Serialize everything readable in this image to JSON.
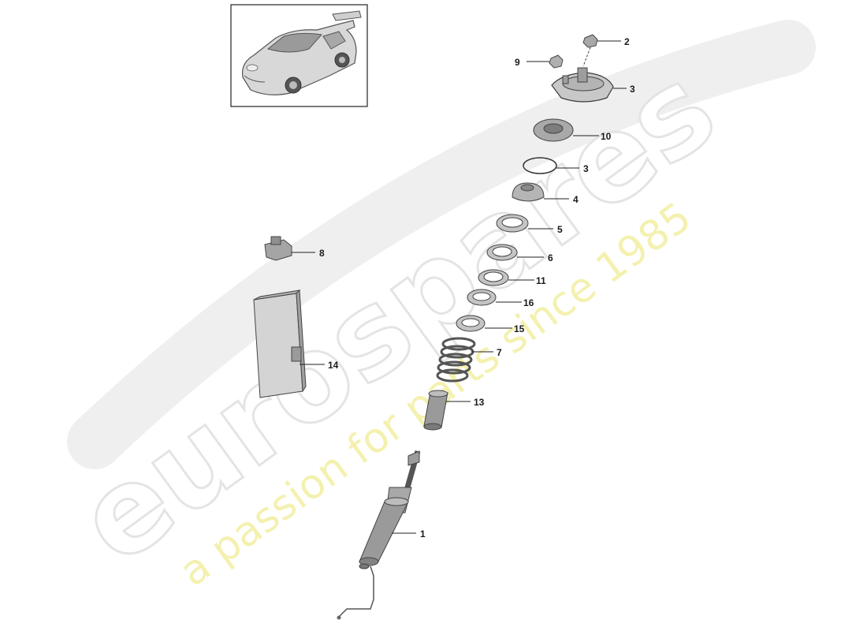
{
  "watermark": {
    "brand": "eurospares",
    "tagline": "a passion for parts since 1985"
  },
  "thumbnail": {
    "icon": "car-icon"
  },
  "callouts": [
    {
      "id": "callout-1",
      "label": "1"
    },
    {
      "id": "callout-2",
      "label": "2"
    },
    {
      "id": "callout-3a",
      "label": "3"
    },
    {
      "id": "callout-3b",
      "label": "3"
    },
    {
      "id": "callout-4",
      "label": "4"
    },
    {
      "id": "callout-5",
      "label": "5"
    },
    {
      "id": "callout-6",
      "label": "6"
    },
    {
      "id": "callout-7",
      "label": "7"
    },
    {
      "id": "callout-8",
      "label": "8"
    },
    {
      "id": "callout-9",
      "label": "9"
    },
    {
      "id": "callout-10",
      "label": "10"
    },
    {
      "id": "callout-11",
      "label": "11"
    },
    {
      "id": "callout-13",
      "label": "13"
    },
    {
      "id": "callout-14",
      "label": "14"
    },
    {
      "id": "callout-15",
      "label": "15"
    },
    {
      "id": "callout-16",
      "label": "16"
    }
  ],
  "colors": {
    "watermark_grey": "#e6e6e6",
    "watermark_yellow": "#f3f0a6",
    "part_fill": "#c9c9c9",
    "part_dark": "#8c8c8c",
    "line": "#222222"
  }
}
